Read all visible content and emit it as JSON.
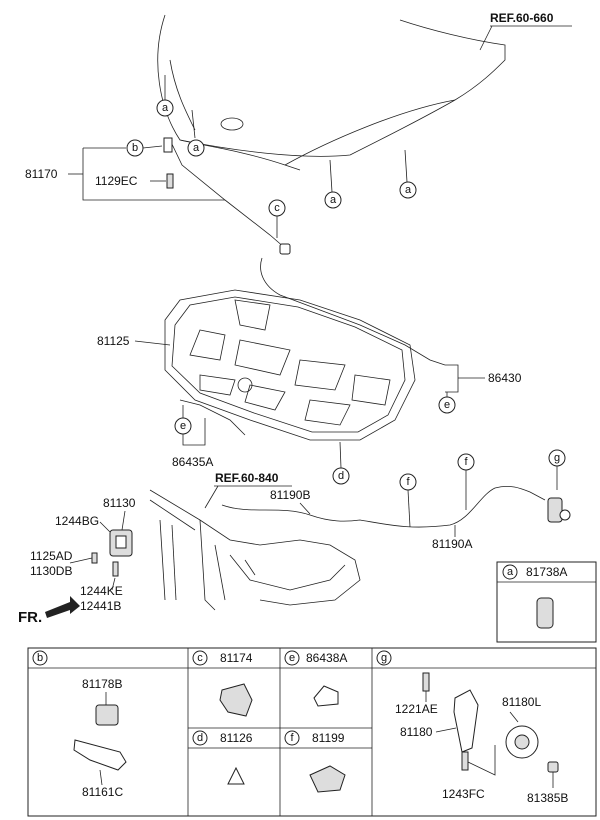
{
  "top": {
    "ref_hood": "REF.60-660",
    "ref_front": "REF.60-840",
    "fr_label": "FR."
  },
  "callouts": {
    "a": "a",
    "b": "b",
    "c": "c",
    "d": "d",
    "e": "e",
    "f": "f",
    "g": "g"
  },
  "part_numbers": {
    "p81170": "81170",
    "p1129ec": "1129EC",
    "p81125": "81125",
    "p86430": "86430",
    "p86435a": "86435A",
    "p81130": "81130",
    "p81190b": "81190B",
    "p81190a": "81190A",
    "p1244bg": "1244BG",
    "p1125ad": "1125AD",
    "p1130db": "1130DB",
    "p1244ke": "1244KE",
    "p12441b": "12441B"
  },
  "legend": {
    "a_part": "81738A",
    "b_part_top": "81178B",
    "b_part_bottom": "81161C",
    "c_part": "81174",
    "e_part": "86438A",
    "d_part": "81126",
    "f_part": "81199",
    "g_part_1221ae": "1221AE",
    "g_part_81180l": "81180L",
    "g_part_81180": "81180",
    "g_part_1243fc": "1243FC",
    "g_part_81385b": "81385B"
  }
}
